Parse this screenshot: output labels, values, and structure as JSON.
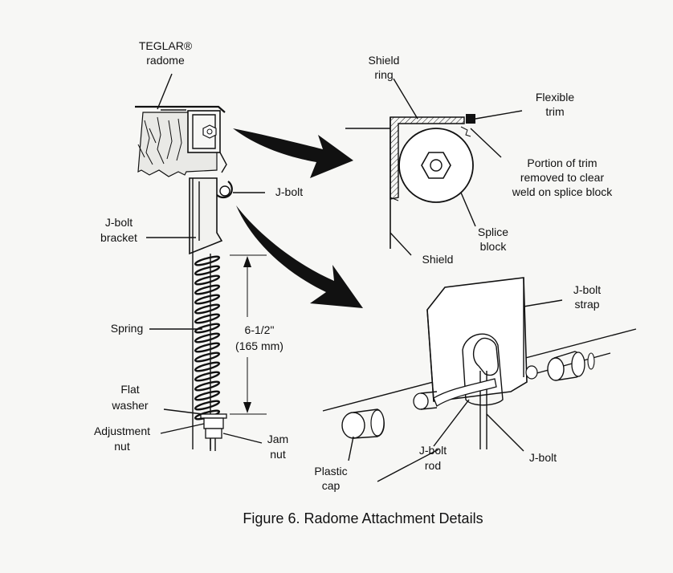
{
  "labels": {
    "teglar_radome_1": "TEGLAR®",
    "teglar_radome_2": "radome",
    "shield_ring_1": "Shield",
    "shield_ring_2": "ring",
    "flexible_trim_1": "Flexible",
    "flexible_trim_2": "trim",
    "portion_trim_1": "Portion of trim",
    "portion_trim_2": "removed to clear",
    "portion_trim_3": "weld on splice block",
    "j_bolt_top": "J-bolt",
    "splice_block_1": "Splice",
    "splice_block_2": "block",
    "shield": "Shield",
    "j_bolt_bracket_1": "J-bolt",
    "j_bolt_bracket_2": "bracket",
    "j_bolt_strap_1": "J-bolt",
    "j_bolt_strap_2": "strap",
    "spring": "Spring",
    "dimension_1": "6-1/2\"",
    "dimension_2": "(165 mm)",
    "flat_washer_1": "Flat",
    "flat_washer_2": "washer",
    "adjustment_nut_1": "Adjustment",
    "adjustment_nut_2": "nut",
    "jam_nut_1": "Jam",
    "jam_nut_2": "nut",
    "plastic_cap_1": "Plastic",
    "plastic_cap_2": "cap",
    "j_bolt_rod_1": "J-bolt",
    "j_bolt_rod_2": "rod",
    "j_bolt_bottom": "J-bolt"
  },
  "caption": "Figure 6. Radome Attachment Details"
}
